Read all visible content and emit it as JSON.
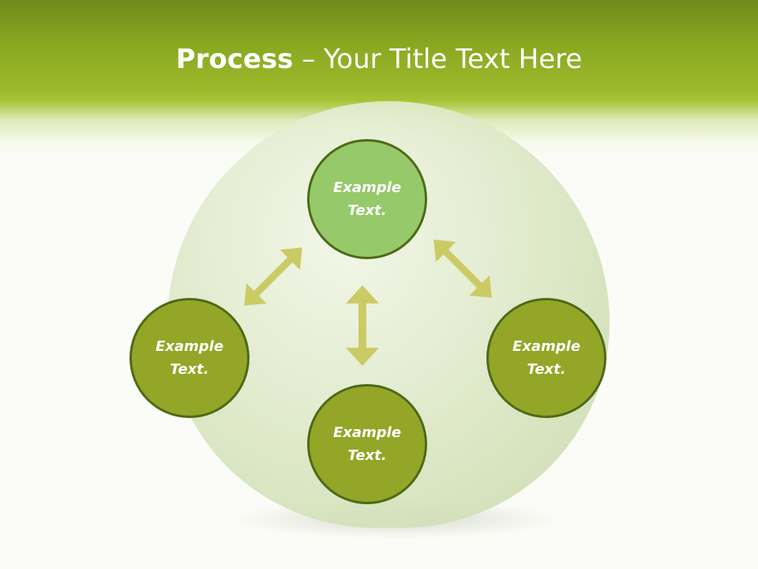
{
  "title": {
    "strong": "Process",
    "rest": " – Your Title Text Here"
  },
  "nodes": {
    "top": "Example Text.",
    "left": "Example Text.",
    "right": "Example Text.",
    "bottom": "Example Text."
  },
  "colors": {
    "header_band": "#88a821",
    "node_top_fill": "#96c96a",
    "node_fill": "#93a628",
    "node_border": "#4d6a16",
    "arrow": "#cbcb66"
  }
}
